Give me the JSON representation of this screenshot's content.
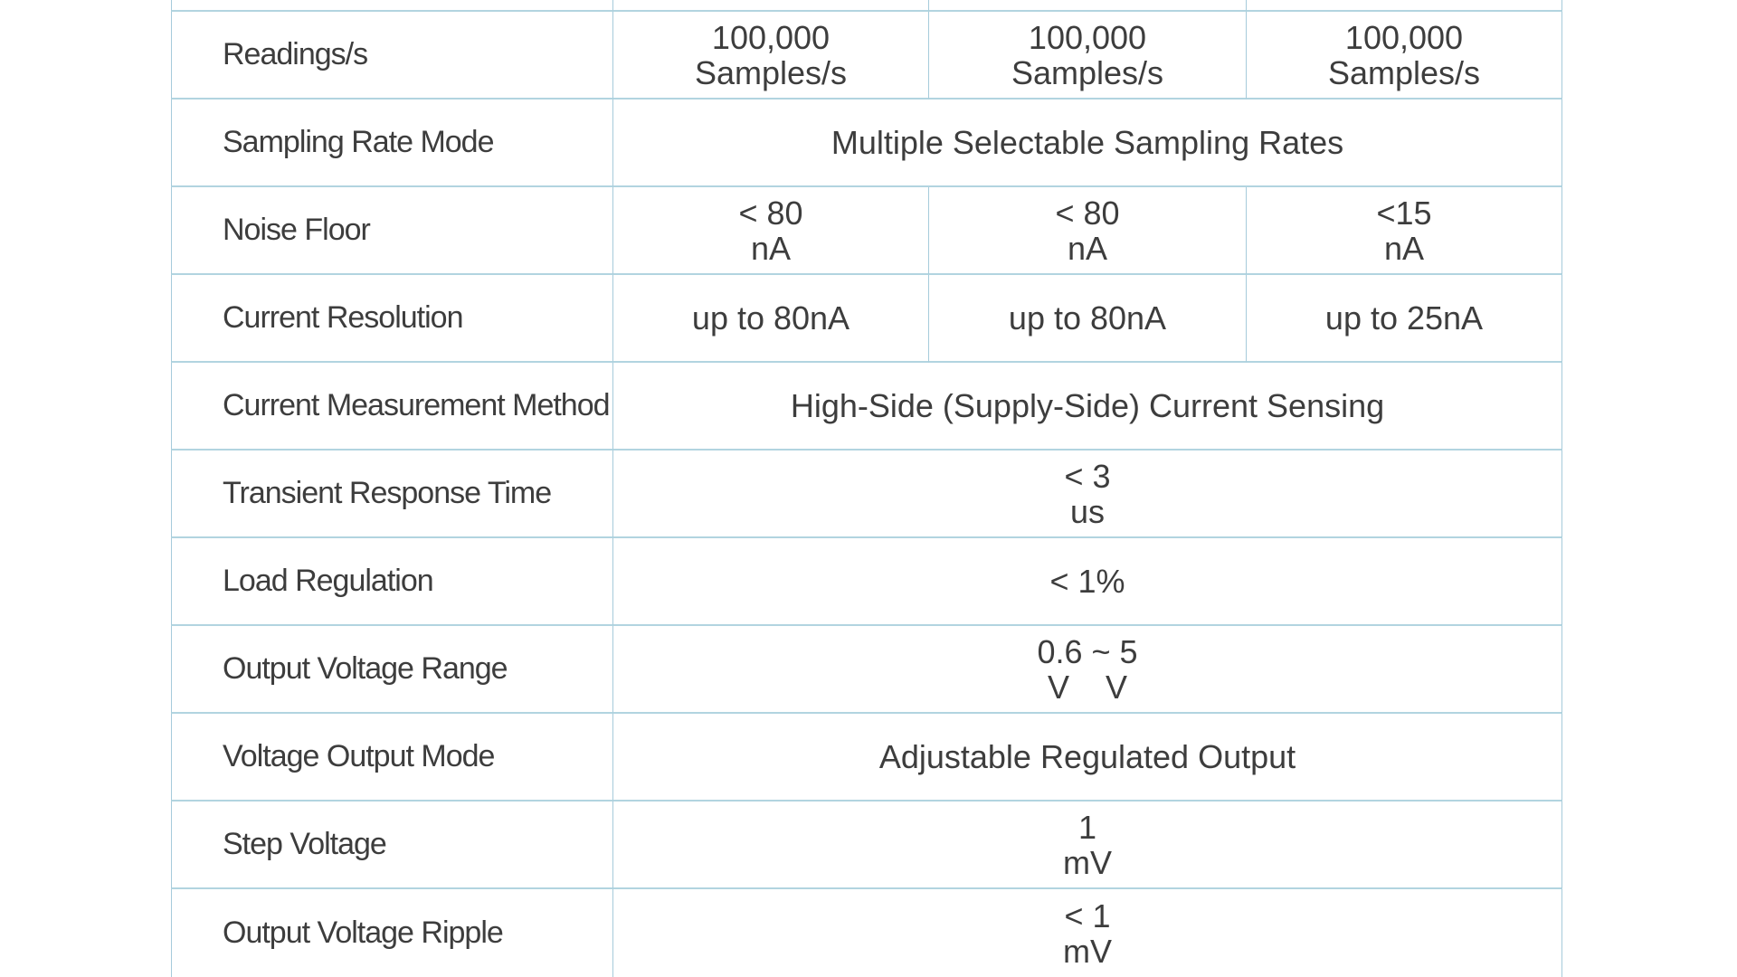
{
  "colors": {
    "horizontal_border": "#b2d4e0",
    "vertical_border": "#a6cbdb",
    "text": "#3d3d3d",
    "background": "#ffffff"
  },
  "table": {
    "rows": [
      {
        "type": "spacer"
      },
      {
        "label": "Readings/s",
        "cells": [
          "100,000\nSamples/s",
          "100,000\nSamples/s",
          "100,000\nSamples/s"
        ]
      },
      {
        "label": "Sampling Rate Mode",
        "span": true,
        "cells": [
          "Multiple Selectable Sampling Rates"
        ]
      },
      {
        "label": "Noise Floor",
        "cells": [
          "< 80\nnA",
          "< 80\nnA",
          "<15\nnA"
        ]
      },
      {
        "label": "Current Resolution",
        "cells": [
          "up to 80nA",
          "up to 80nA",
          "up to 25nA"
        ]
      },
      {
        "label": "Current Measurement Method",
        "span": true,
        "cells": [
          "High-Side (Supply-Side) Current Sensing"
        ]
      },
      {
        "label": "Transient Response Time",
        "span": true,
        "cells": [
          "< 3\nus"
        ]
      },
      {
        "label": "Load Regulation",
        "span": true,
        "cells": [
          "< 1%"
        ]
      },
      {
        "label": "Output Voltage Range",
        "span": true,
        "cells": [
          "0.6 ~ 5\nV    V"
        ]
      },
      {
        "label": "Voltage Output Mode",
        "span": true,
        "cells": [
          "Adjustable Regulated Output"
        ]
      },
      {
        "label": "Step Voltage",
        "span": true,
        "cells": [
          "1\nmV"
        ]
      },
      {
        "label": "Output Voltage Ripple",
        "span": true,
        "cells": [
          "< 1\nmV"
        ]
      }
    ]
  }
}
